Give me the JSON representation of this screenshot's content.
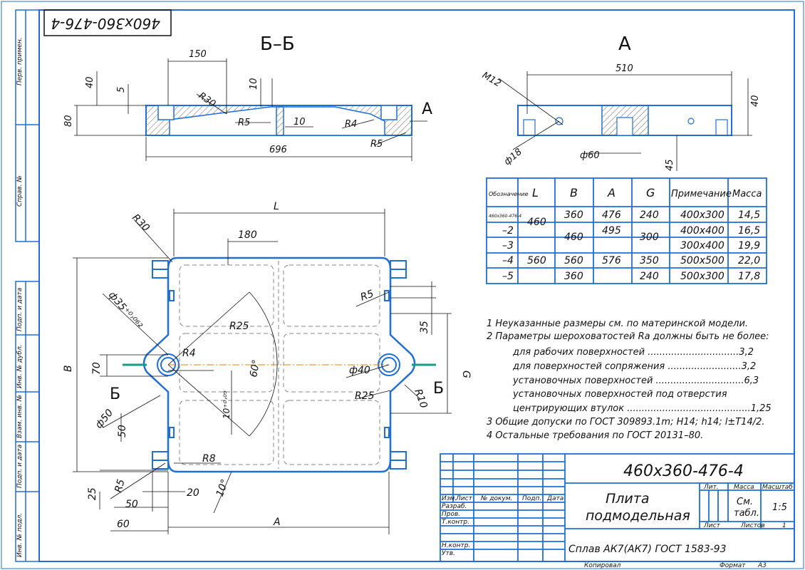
{
  "colors": {
    "outline": "#1f6fd6",
    "frame": "#1f6fd6",
    "ink": "#111111",
    "axis": "#e07b1a",
    "cut": "#1a9a8a"
  },
  "margin_labels": [
    "Перв. примен.",
    "Справ. №",
    "Подп. и дата",
    "Инв. № дубл.",
    "Взам. инв. №",
    "Подп. и дата",
    "Инв. № подл."
  ],
  "corner_code": "460x360-476-4",
  "section": {
    "title": "Б–Б",
    "dims": [
      "150",
      "40",
      "5",
      "80",
      "R30",
      "10",
      "R5",
      "10",
      "R4",
      "R5",
      "696"
    ],
    "cut_marker": "А"
  },
  "view_a": {
    "title": "А",
    "dims": [
      "M12",
      "510",
      "40",
      "ф18",
      "ф60",
      "45"
    ]
  },
  "plan": {
    "dims": [
      "L",
      "R30",
      "180",
      "B",
      "ф35⁺⁰˒⁰⁶²",
      "R25",
      "R4",
      "70",
      "60°",
      "10⁺⁰˒⁰⁹",
      "ф50",
      "50",
      "R8",
      "R5",
      "25",
      "20",
      "50",
      "10°",
      "60",
      "A",
      "R5",
      "35",
      "ф40",
      "R25",
      "R10",
      "G"
    ],
    "cut_left": "Б",
    "cut_right": "Б"
  },
  "table": {
    "headers": [
      "Обозначение",
      "L",
      "B",
      "A",
      "G",
      "Примечание",
      "Масса"
    ],
    "cells": [
      "460x360-476-4",
      "460",
      "360",
      "476",
      "240",
      "400x300",
      "14,5",
      "–2",
      "460",
      "495",
      "300",
      "400x400",
      "16,5",
      "–3",
      "300x400",
      "19,9",
      "–4",
      "560",
      "560",
      "576",
      "350",
      "500x500",
      "22,0",
      "–5",
      "360",
      "240",
      "500x300",
      "17,8"
    ]
  },
  "notes": [
    "1 Неуказанные размеры см. по материнской модели.",
    "2 Параметры шероховатостей Ra должны быть не более:",
    "для рабочих поверхностей ...............................3,2",
    "для поверхностей сопряжения .........................3,2",
    "установочных поверхностей ..............................6,3",
    "установочных поверхностей под отверстия",
    "центрирующих втулок ..........................................1,25",
    "3 Общие допуски по ГОСТ 309893.1m; H14; h14; l±T14/2.",
    "4 Остальные требования по ГОСТ 20131–80."
  ],
  "titleblock": {
    "code": "460x360-476-4",
    "name1": "Плита",
    "name2": "подмодельная",
    "material": "Сплав АК7(АК7) ГОСТ 1583-93",
    "col_headers": [
      "Изм.",
      "Лист",
      "№ докум.",
      "Подп.",
      "Дата"
    ],
    "rows": [
      "Разраб.",
      "Пров.",
      "Т.контр.",
      "Н.контр.",
      "Утв."
    ],
    "lit": "Лит.",
    "mass": "Масса",
    "scale_label": "Масштаб",
    "mass_value1": "См.",
    "mass_value2": "табл.",
    "scale_value": "1:5",
    "sheet": "Лист",
    "sheets": "Листов",
    "sheets_value": "1",
    "copied": "Копировал",
    "format": "Формат",
    "format_value": "А3"
  }
}
